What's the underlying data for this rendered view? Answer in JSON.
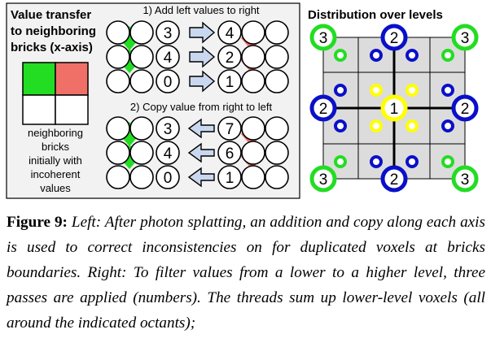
{
  "left_panel": {
    "title_lines": [
      "Value transfer",
      "to neighboring",
      "bricks (x-axis)"
    ],
    "legend_lines": [
      "neighboring",
      "bricks",
      "initially with",
      "incoherent",
      "values"
    ],
    "step1_label": "1) Add left values to right",
    "step2_label": "2) Copy value from right to left",
    "step1_left_values": [
      "3",
      "4",
      "0"
    ],
    "step1_right_values": [
      "4",
      "2",
      "1"
    ],
    "step2_left_values": [
      "3",
      "4",
      "0"
    ],
    "step2_right_values": [
      "7",
      "6",
      "1"
    ]
  },
  "right_panel": {
    "title": "Distribution over levels",
    "corner_labels": [
      "3",
      "2",
      "3",
      "2",
      "1",
      "2",
      "3",
      "2",
      "3"
    ]
  },
  "caption": {
    "label": "Figure 9:",
    "text": " Left: After photon splatting, an addition and copy along each axis is used to correct inconsistencies on for duplicated voxels at bricks boundaries. Right: To filter values from a lower to a higher level, three passes are applied (numbers). The threads sum up lower-level voxels (all around the indicated octants);"
  },
  "colors": {
    "green": "#22dd22",
    "salmon": "#f07068",
    "blue": "#0a10c8",
    "yellow": "#ffff00",
    "lime": "#22dd22",
    "arrow_fill": "#c9d8ee",
    "grid_fill": "#dcdcdc"
  }
}
